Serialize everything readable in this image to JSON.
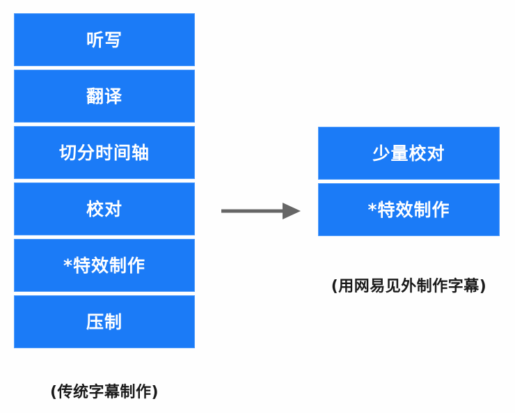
{
  "diagram": {
    "title_absent": true,
    "accent_color": "#1b7bf7",
    "box_border_color": "#4e9bfb",
    "box_text_color": "#ffffff",
    "caption_color": "#1a1a1a",
    "arrow_color": "#666666",
    "background_color": "#fefefe"
  },
  "traditional_workflow": {
    "caption": "(传统字幕制作)",
    "steps": [
      {
        "label": "听写"
      },
      {
        "label": "翻译"
      },
      {
        "label": "切分时间轴"
      },
      {
        "label": "校对"
      },
      {
        "label": "*特效制作"
      },
      {
        "label": "压制"
      }
    ]
  },
  "modern_workflow": {
    "caption": "(用网易见外制作字幕)",
    "steps": [
      {
        "label": "少量校对"
      },
      {
        "label": "*特效制作"
      }
    ]
  },
  "connector": {
    "icon": "right-arrow-icon",
    "direction": "right"
  }
}
